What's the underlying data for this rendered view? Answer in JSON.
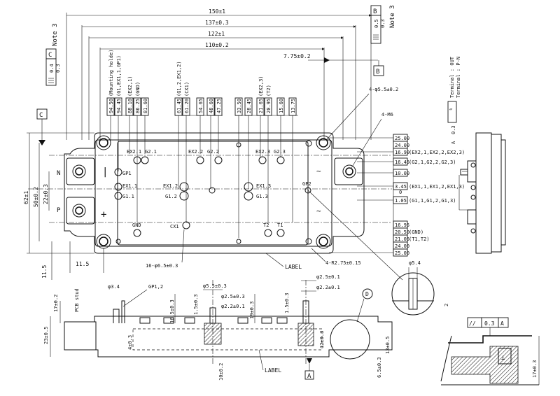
{
  "overall_dims": {
    "d150": "150±1",
    "d137": "137±0.3",
    "d122": "122±1",
    "d110": "110±0.2",
    "d7_75": "7.75±0.2",
    "d62": "62±1",
    "d50": "50±0.2",
    "d22": "22±0.3",
    "d11_5_v": "11.5",
    "d11_5_h": "11.5"
  },
  "datums": {
    "B": "B",
    "C": "C",
    "A": "A",
    "D": "D"
  },
  "notes": {
    "note3_top": "Note 3",
    "note3_left": "Note 3",
    "tol_05": "0.5",
    "tol_03": "0.3",
    "tol_04": "0.4",
    "tol_03b": "0.3"
  },
  "x_columns": [
    {
      "v": "94.50",
      "label": "(Mounting holde)"
    },
    {
      "v": "94.45",
      "label": "(G1,EX1,1,GP1)"
    },
    {
      "v": "88.10",
      "label": "(EX2,1)"
    },
    {
      "v": "86.25",
      "label": "(GND)"
    },
    {
      "v": "81.60",
      "label": ""
    },
    {
      "v": "61.45",
      "label": "(G1,2,EX1,2)"
    },
    {
      "v": "61.20",
      "label": "(CX1)"
    },
    {
      "v": "54.65",
      "label": ""
    },
    {
      "v": "48.60",
      "label": ""
    },
    {
      "v": "47.25",
      "label": ""
    },
    {
      "v": "33.50",
      "label": ""
    },
    {
      "v": "28.45",
      "label": ""
    },
    {
      "v": "21.65",
      "label": "(EX2,3)"
    },
    {
      "v": "20.95",
      "label": "(T2)"
    },
    {
      "v": "15.60",
      "label": ""
    },
    {
      "v": "13.75",
      "label": ""
    }
  ],
  "right_boxes": [
    {
      "v": "25.00",
      "note": ""
    },
    {
      "v": "24.00",
      "note": ""
    },
    {
      "v": "16.90",
      "note": "(EX2,1,EX2,2,EX2,3)"
    },
    {
      "v": "16.45",
      "note": "(G2,1,G2,2,G2,3)"
    },
    {
      "v": "10.00",
      "note": ""
    },
    {
      "v": "3.45",
      "note": "(EX1,1,EX1,2,EX1,3)"
    },
    {
      "v": "0",
      "note": ""
    },
    {
      "v": "1.05",
      "note": "(G1,1,G1,2,G1,3)"
    },
    {
      "v": "16.95",
      "note": ""
    },
    {
      "v": "20.50",
      "note": "(GND)"
    },
    {
      "v": "21.05",
      "note": "(T1,T2)"
    },
    {
      "v": "24.00",
      "note": ""
    },
    {
      "v": "25.00",
      "note": ""
    }
  ],
  "pins": {
    "EX21": "EX2.1",
    "G21": "G2.1",
    "EX22": "EX2.2",
    "G22": "G2.2",
    "EX23": "EX2.3",
    "G23": "G2.3",
    "GP1": "GP1",
    "EX11": "EX1.1",
    "G11": "G1.1",
    "EX12": "EX1.2",
    "G12": "G1.2",
    "EX13": "EX1.3",
    "G13": "G1.3",
    "GP2": "GP2",
    "GND": "GND",
    "CX1": "CX1",
    "T2": "T2",
    "T1": "T1",
    "N": "N",
    "P": "P"
  },
  "callouts": {
    "phi55": "4-φ5.5±0.2",
    "m6": "4-M6",
    "label_top": "LABEL",
    "r275": "4-R2.75±0.15",
    "phi65": "16-φ6.5±0.3",
    "phi54": "φ5.4",
    "two": "2"
  },
  "terminal": {
    "out": "Terminal : OUT",
    "pn": "Terminal : P-N"
  },
  "side_tol": {
    "sym": "▱",
    "v": "0.3",
    "ref": "A"
  },
  "bottom": {
    "pcb_stud": "PCB stud",
    "d17": "17±0.2",
    "phi34": "φ3.4",
    "gp12": "GP1,2",
    "phi55b": "φ5.5±0.3",
    "phi25a": "φ2.5±0.1",
    "phi22a": "φ2.2±0.1",
    "phi25b": "φ2.5±0.3",
    "phi22b": "φ2.2±0.1",
    "d165": "16.5±0.3",
    "d15a": "1.5±0.3",
    "d19": "19±0.3",
    "d15b": "1.5±0.3",
    "d23": "23±0.5",
    "d4": "4±0.3",
    "d12": "12±0.3",
    "d13": "13±0.5",
    "d65": "6.5±0.3",
    "d10": "10±0.2",
    "label": "LABEL"
  },
  "detail": {
    "par": "//",
    "v": "0.3",
    "ref": "A",
    "d17": "17±0.3"
  }
}
